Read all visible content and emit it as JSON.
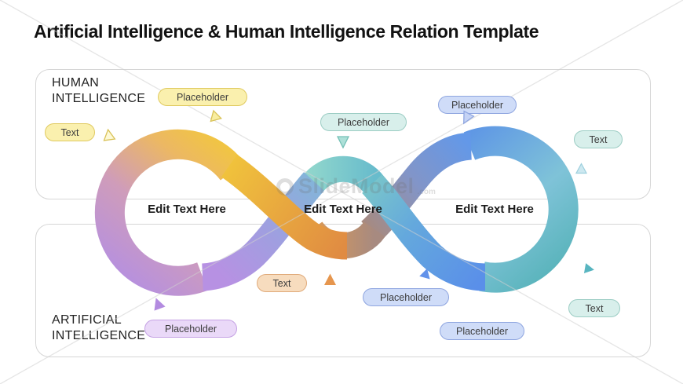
{
  "slide": {
    "title": "Artificial Intelligence & Human Intelligence Relation Template"
  },
  "sections": {
    "human": {
      "line1": "HUMAN",
      "line2": "INTELLIGENCE"
    },
    "artificial": {
      "line1": "ARTIFICIAL",
      "line2": "INTELLIGENCE"
    }
  },
  "loops": [
    {
      "label": "Edit Text Here"
    },
    {
      "label": "Edit Text Here"
    },
    {
      "label": "Edit Text Here"
    }
  ],
  "pills": [
    {
      "label": "Placeholder",
      "color": "yellow"
    },
    {
      "label": "Text",
      "color": "yellow"
    },
    {
      "label": "Placeholder",
      "color": "teal"
    },
    {
      "label": "Placeholder",
      "color": "blue"
    },
    {
      "label": "Text",
      "color": "teal"
    },
    {
      "label": "Text",
      "color": "orange"
    },
    {
      "label": "Placeholder",
      "color": "purple"
    },
    {
      "label": "Placeholder",
      "color": "blue"
    },
    {
      "label": "Placeholder",
      "color": "blue"
    },
    {
      "label": "Text",
      "color": "teal"
    }
  ],
  "markers": [
    {
      "icon": "triangle-right-icon",
      "color": "#f8eda0"
    },
    {
      "icon": "triangle-up-icon",
      "color": "#faf3b4"
    },
    {
      "icon": "triangle-down-icon",
      "color": "#ade0d8"
    },
    {
      "icon": "triangle-down-left-icon",
      "color": "#c5d3f5"
    },
    {
      "icon": "triangle-up-icon",
      "color": "#cde8f0"
    },
    {
      "icon": "triangle-up-icon",
      "color": "#e6964e"
    },
    {
      "icon": "triangle-up-icon",
      "color": "#b38be0"
    },
    {
      "icon": "triangle-left-icon",
      "color": "#6292ea"
    },
    {
      "icon": "triangle-right-icon",
      "color": "#58b5c0"
    }
  ],
  "watermark": {
    "brand": "SlideModel",
    "suffix": ".com"
  },
  "palette": {
    "ribbon_yellow": "#f3ca36",
    "ribbon_orange": "#e08b42",
    "ribbon_purple": "#b48fe2",
    "ribbon_teal": "#68bccc",
    "ribbon_blue": "#5a8fe9",
    "ribbon_green_teal": "#55b2b8",
    "box_border": "#d6d6d6",
    "title_color": "#121212"
  }
}
